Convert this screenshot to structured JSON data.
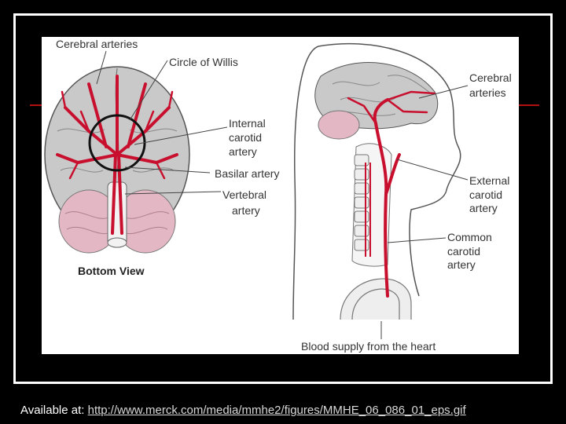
{
  "diagram": {
    "labels": {
      "cerebral_arteries_left": "Cerebral arteries",
      "circle_of_willis": "Circle of Willis",
      "internal_carotid": [
        "Internal",
        "carotid",
        "artery"
      ],
      "basilar_artery": "Basilar artery",
      "vertebral_artery": [
        "Vertebral",
        "artery"
      ],
      "bottom_view": "Bottom View",
      "cerebral_arteries_right": [
        "Cerebral",
        "arteries"
      ],
      "external_carotid": [
        "External",
        "carotid",
        "artery"
      ],
      "common_carotid": [
        "Common",
        "carotid",
        "artery"
      ],
      "blood_supply": "Blood supply from the heart"
    }
  },
  "caption": {
    "prefix": "Available at: ",
    "link": "http://www.merck.com/media/mmhe2/figures/MMHE_06_086_01_eps.gif"
  },
  "colors": {
    "artery": "#c8102e",
    "brain": "#c9c9c9",
    "cerebellum": "#e3b7c4",
    "background": "#000000"
  }
}
